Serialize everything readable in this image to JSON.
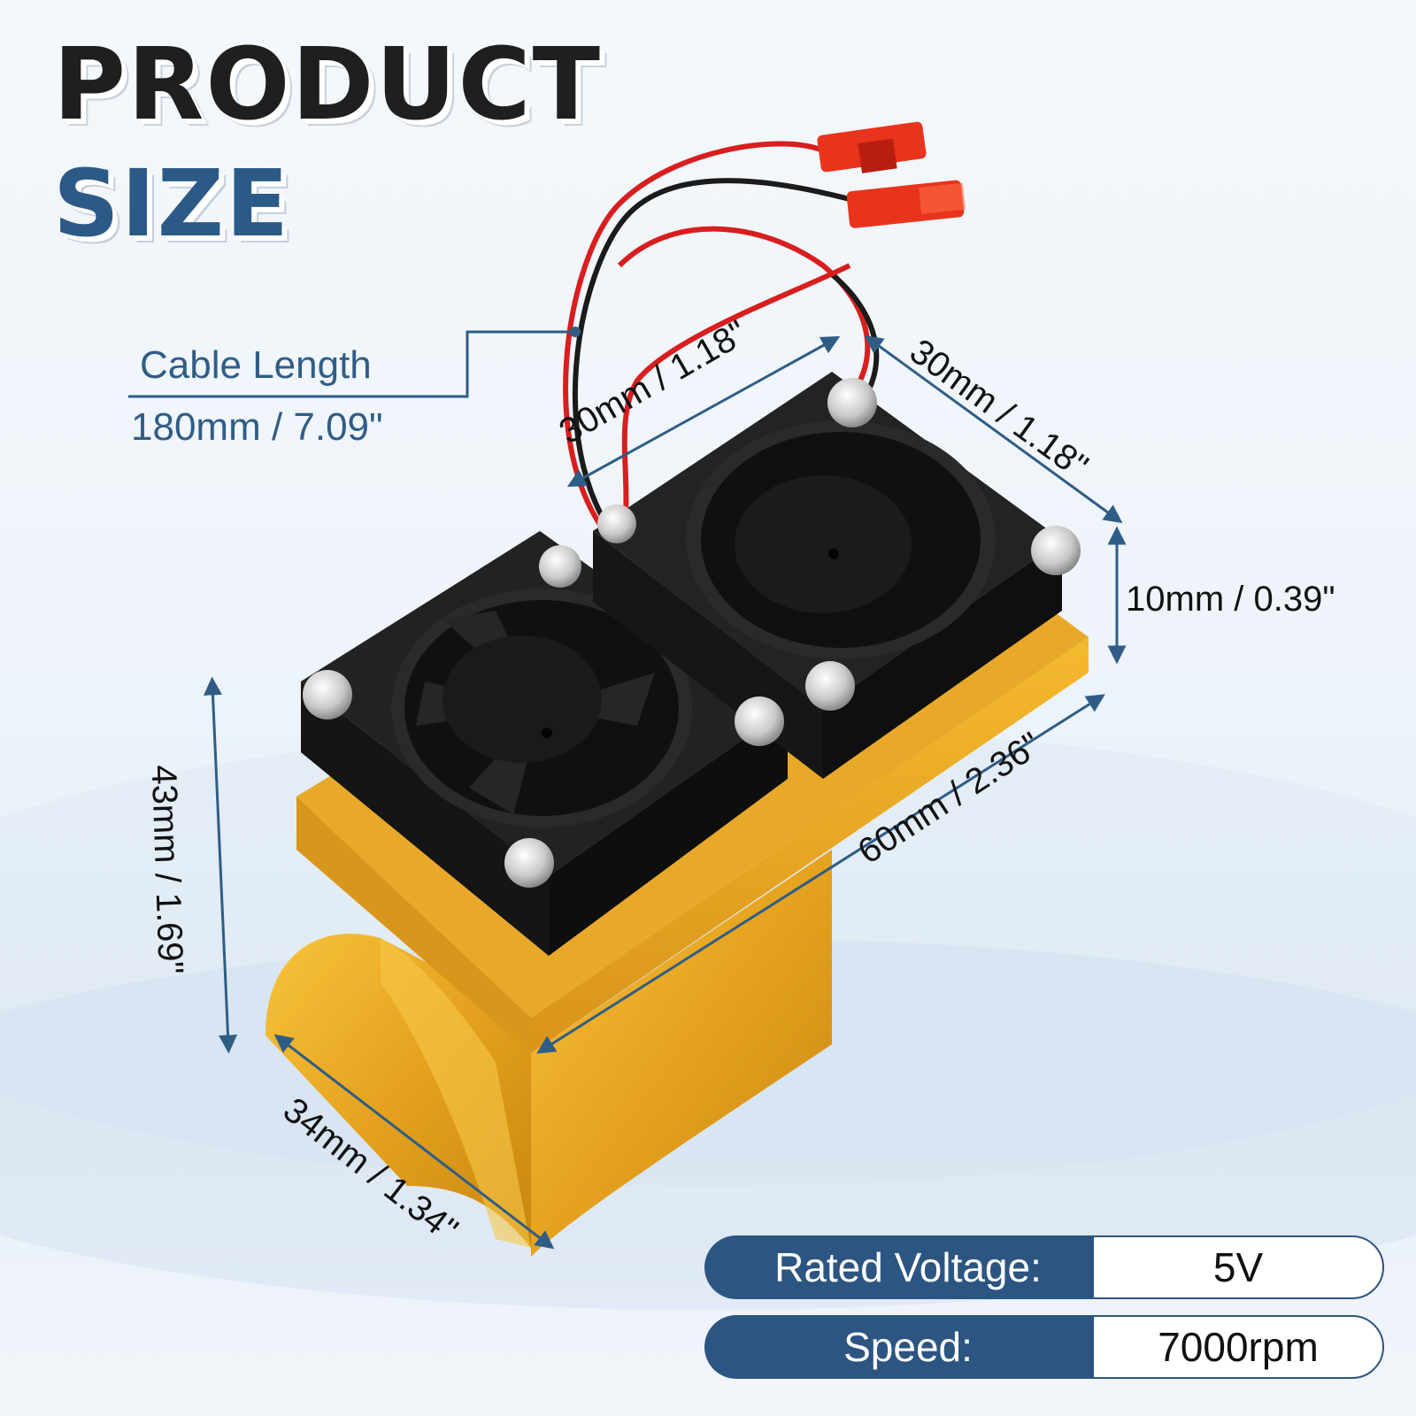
{
  "heading": {
    "line1": "PRODUCT",
    "line2": "SIZE"
  },
  "cable": {
    "label": "Cable Length",
    "value": "180mm / 7.09\""
  },
  "dimensions": {
    "fan_width": "30mm / 1.18\"",
    "fan_depth": "30mm / 1.18\"",
    "fan_thickness": "10mm / 0.39\"",
    "total_length": "60mm / 2.36\"",
    "height": "43mm / 1.69\"",
    "mount_width": "34mm / 1.34\""
  },
  "specs": [
    {
      "key": "Rated Voltage:",
      "value": "5V"
    },
    {
      "key": "Speed:",
      "value": "7000rpm"
    }
  ],
  "colors": {
    "accent": "#2c5582",
    "heatsink": "#e8a92a",
    "fan": "#1c1c1c",
    "wire_red": "#d81e1e",
    "connector": "#e8341c"
  }
}
